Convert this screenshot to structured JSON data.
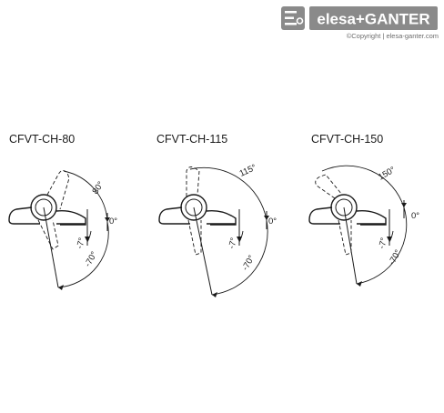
{
  "brand": {
    "logo_text": "elesa+GANTER",
    "copyright": "©Copyright | elesa-ganter.com"
  },
  "icons": [
    "brand-badge-icon"
  ],
  "models": [
    {
      "name": "CFVT-CH-80",
      "open_angle": 80,
      "angle_labels": {
        "open": "80°",
        "zero": "0°",
        "minus7": "-7°",
        "minus70": "-70°"
      }
    },
    {
      "name": "CFVT-CH-115",
      "open_angle": 115,
      "angle_labels": {
        "open": "115°",
        "zero": "0°",
        "minus7": "-7°",
        "minus70": "-70°"
      }
    },
    {
      "name": "CFVT-CH-150",
      "open_angle": 150,
      "angle_labels": {
        "open": "150°",
        "zero": "0°",
        "minus7": "-7°",
        "minus70": "-70°"
      }
    }
  ]
}
